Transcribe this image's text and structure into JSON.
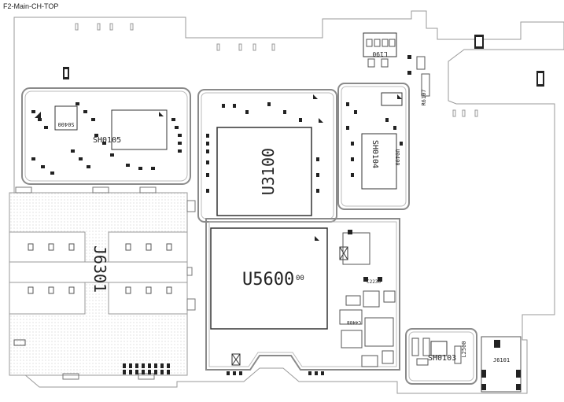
{
  "title": "F2-Main-CH-TOP",
  "labels": {
    "u3100": "U3100",
    "u5600": "U5600",
    "u5600_suffix": "00",
    "j6301": "J6301",
    "sh0105": "SH0105",
    "sh0104": "SH0104",
    "sh0103": "SH0103",
    "j6101": "J6101",
    "r6107": "R6107",
    "l1190": "L190",
    "u0400_small": "U0400",
    "l2500": "L2500",
    "c4408": "C4408",
    "c2230": "C2230",
    "s0400": "S0400"
  },
  "colors": {
    "outline": "#9a9a9a",
    "shield": "#8a8a8a",
    "pad": "#555555",
    "component": "#333333",
    "fill_dark": "#222222"
  }
}
